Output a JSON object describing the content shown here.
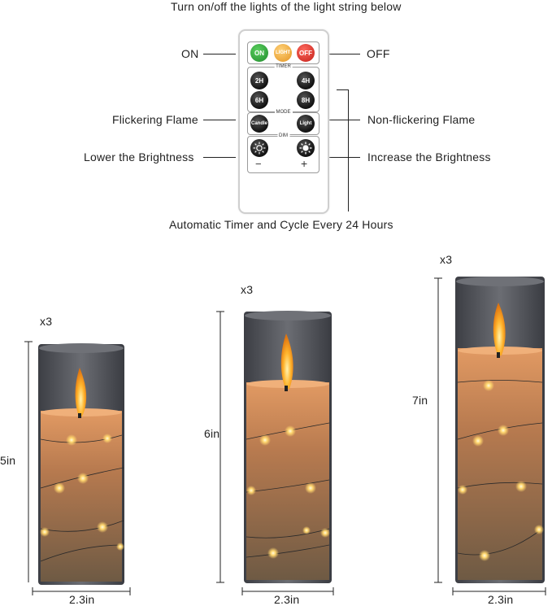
{
  "header": {
    "title": "Turn on/off the lights of the light string below"
  },
  "labels": {
    "on": "ON",
    "off": "OFF",
    "flicker": "Flickering Flame",
    "nonflicker": "Non-flickering Flame",
    "lower": "Lower the Brightness",
    "increase": "Increase the Brightness",
    "timer_note": "Automatic Timer and Cycle Every 24 Hours"
  },
  "remote": {
    "on_btn": "ON",
    "light_btn": "LIGHT",
    "off_btn": "OFF",
    "timer_label": "TIMER",
    "t2": "2H",
    "t4": "4H",
    "t6": "6H",
    "t8": "8H",
    "mode_label": "MODE",
    "candle_btn": "Candle",
    "light_mode_btn": "Light",
    "dim_label": "DIM",
    "minus": "−",
    "plus": "+"
  },
  "candles": [
    {
      "qty": "x3",
      "height": "5in",
      "width": "2.3in"
    },
    {
      "qty": "x3",
      "height": "6in",
      "width": "2.3in"
    },
    {
      "qty": "x3",
      "height": "7in",
      "width": "2.3in"
    }
  ],
  "colors": {
    "on": "#2e9e3a",
    "light": "#f2a533",
    "off": "#d9312a",
    "glass": "#55575e",
    "wax": "#d8905a"
  }
}
